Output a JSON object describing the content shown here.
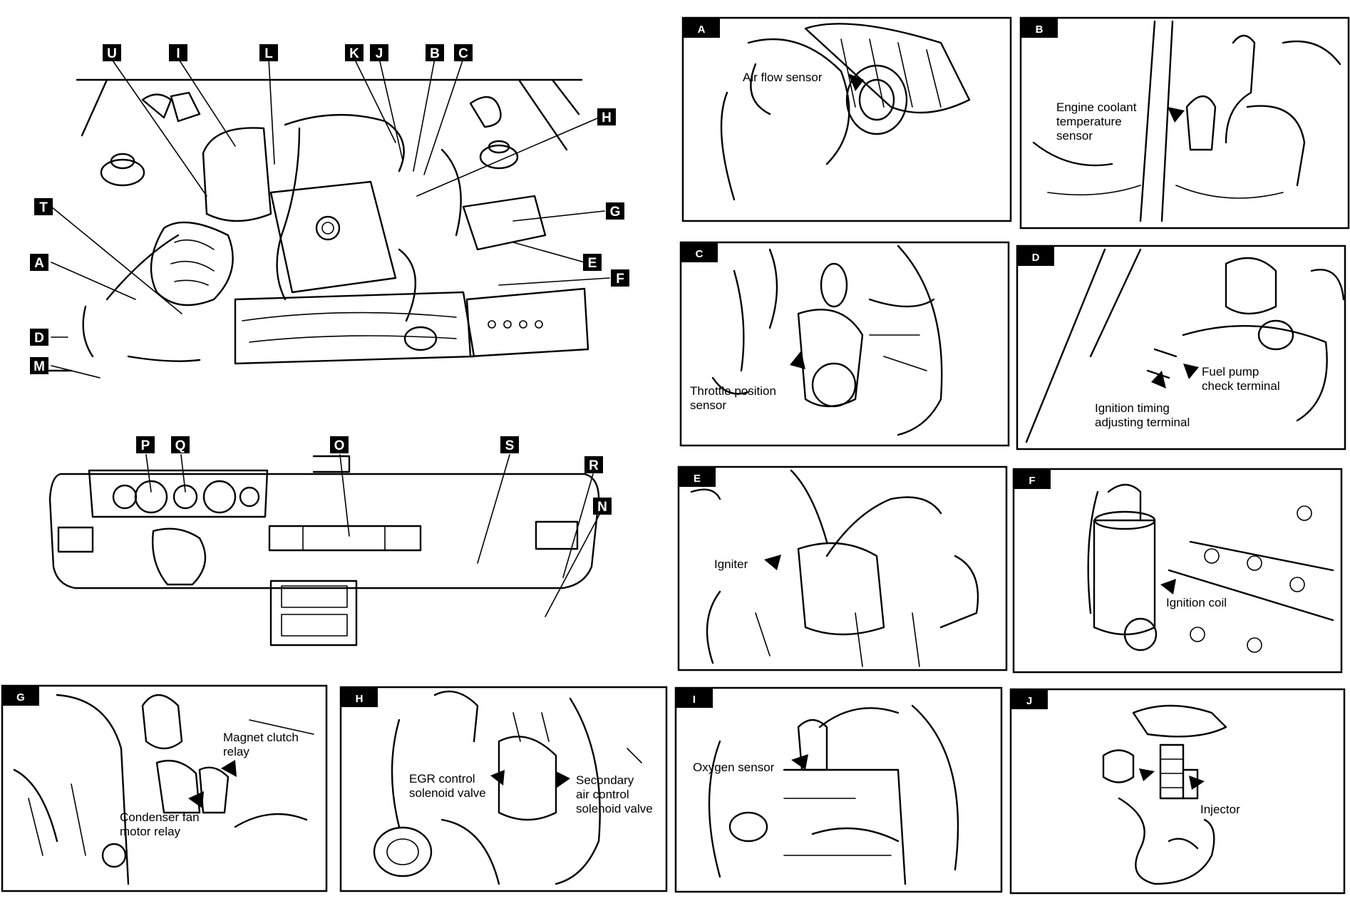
{
  "overview": {
    "engine_bay_labels": [
      "U",
      "I",
      "L",
      "K",
      "J",
      "B",
      "C",
      "H",
      "G",
      "E",
      "F",
      "T",
      "A",
      "D",
      "M"
    ],
    "dashboard_labels": [
      "P",
      "Q",
      "O",
      "S",
      "R",
      "N"
    ]
  },
  "panels": {
    "A": {
      "letter": "A",
      "caption": [
        "Air flow sensor"
      ]
    },
    "B": {
      "letter": "B",
      "caption": [
        "Engine coolant",
        "temperature",
        "sensor"
      ]
    },
    "C": {
      "letter": "C",
      "caption": [
        "Throttle position",
        "sensor"
      ]
    },
    "D": {
      "letter": "D",
      "caption1": [
        "Fuel pump",
        "check terminal"
      ],
      "caption2": [
        "Ignition timing",
        "adjusting terminal"
      ]
    },
    "E": {
      "letter": "E",
      "caption": [
        "Igniter"
      ]
    },
    "F": {
      "letter": "F",
      "caption": [
        "Ignition coil"
      ]
    },
    "G": {
      "letter": "G",
      "caption1": [
        "Magnet clutch",
        "relay"
      ],
      "caption2": [
        "Condenser fan",
        "motor relay"
      ]
    },
    "H": {
      "letter": "H",
      "caption1": [
        "EGR control",
        "solenoid valve"
      ],
      "caption2": [
        "Secondary",
        "air control",
        "solenoid valve"
      ]
    },
    "I": {
      "letter": "I",
      "caption": [
        "Oxygen sensor"
      ]
    },
    "J": {
      "letter": "J",
      "caption": [
        "Injector"
      ]
    }
  }
}
